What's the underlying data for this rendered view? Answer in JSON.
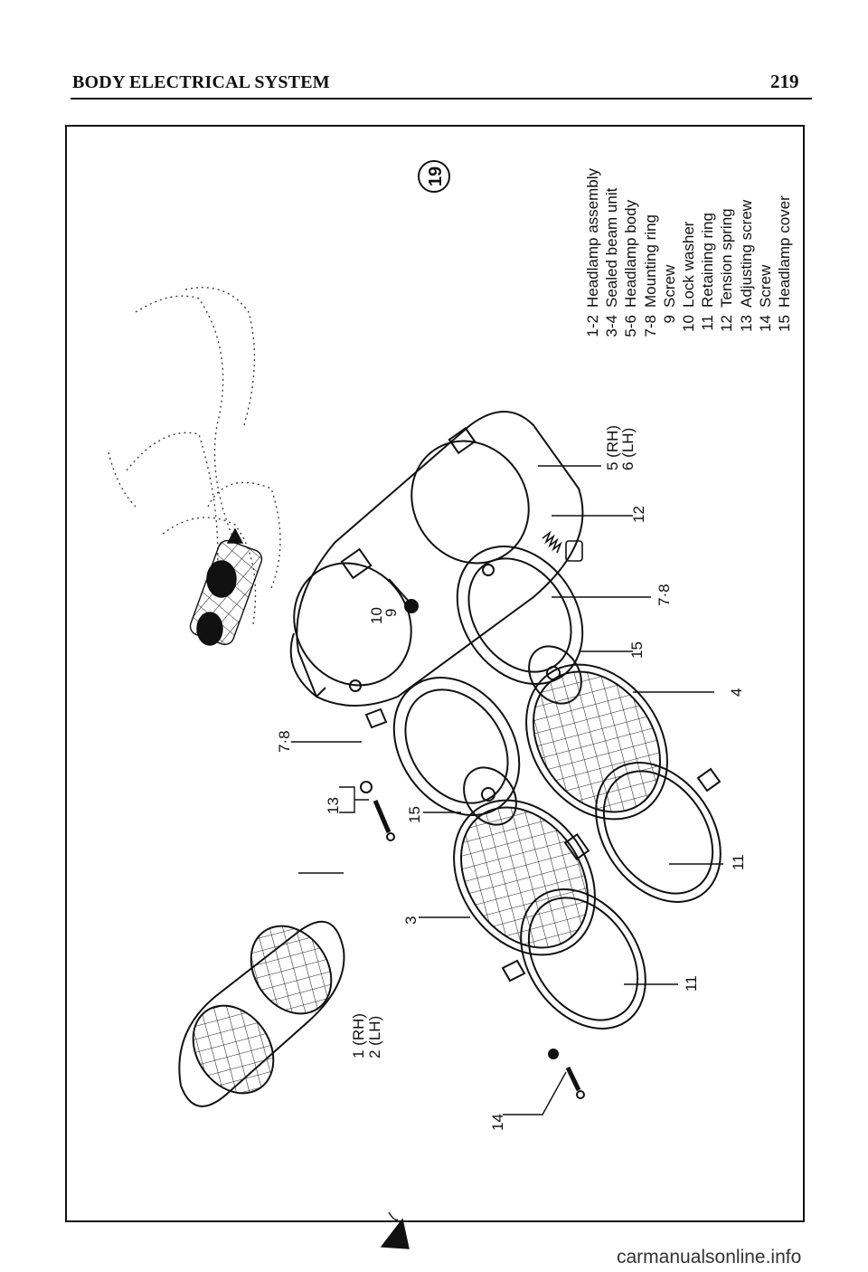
{
  "header": {
    "title": "BODY ELECTRICAL SYSTEM",
    "page_number": "219"
  },
  "figure": {
    "number": "19",
    "callouts": {
      "c1_2": "1 (RH)",
      "c2": "2 (LH)",
      "c3": "3",
      "c4": "4",
      "c5": "5 (RH)",
      "c6": "6 (LH)",
      "c7_8_left": "7·8",
      "c7_8_right": "7·8",
      "c9": "9",
      "c10": "10",
      "c11_a": "11",
      "c11_b": "11",
      "c12": "12",
      "c13": "13",
      "c14": "14",
      "c15_a": "15",
      "c15_b": "15"
    },
    "legend": [
      {
        "num": "1-2",
        "label": "Headlamp assembly"
      },
      {
        "num": "3-4",
        "label": "Sealed beam unit"
      },
      {
        "num": "5-6",
        "label": "Headlamp body"
      },
      {
        "num": "7-8",
        "label": "Mounting ring"
      },
      {
        "num": "9",
        "label": "Screw"
      },
      {
        "num": "10",
        "label": "Lock washer"
      },
      {
        "num": "11",
        "label": "Retaining ring"
      },
      {
        "num": "12",
        "label": "Tension spring"
      },
      {
        "num": "13",
        "label": "Adjusting screw"
      },
      {
        "num": "14",
        "label": "Screw"
      },
      {
        "num": "15",
        "label": "Headlamp cover"
      }
    ]
  },
  "watermark": "carmanualsonline.info"
}
